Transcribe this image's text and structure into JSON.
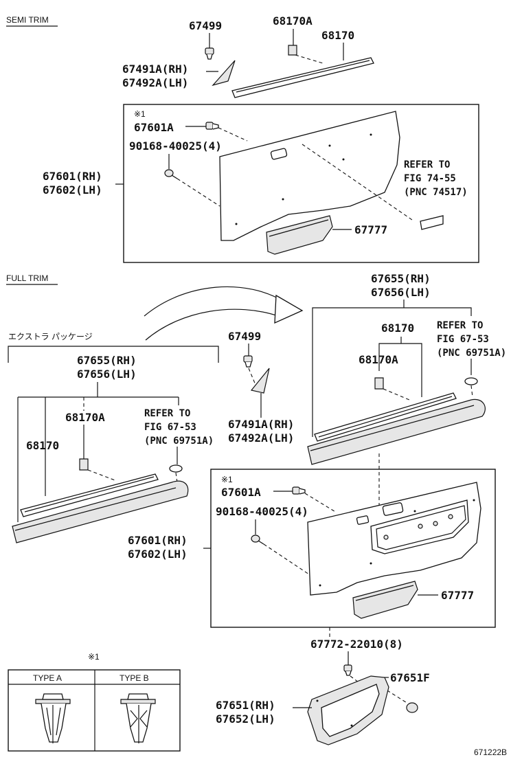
{
  "sections": {
    "semi_trim": "SEMI TRIM",
    "full_trim": "FULL TRIM",
    "extra_package": "エクストラ パッケージ"
  },
  "parts": {
    "p67499": "67499",
    "p68170A": "68170A",
    "p68170": "68170",
    "p67491A_rh": "67491A(RH)",
    "p67492A_lh": "67492A(LH)",
    "note_mark": "※1",
    "p67601A": "67601A",
    "p90168": "90168-40025(4)",
    "p67601_rh": "67601(RH)",
    "p67602_lh": "67602(LH)",
    "p67777": "67777",
    "p67655_rh": "67655(RH)",
    "p67656_lh": "67656(LH)",
    "p67772": "67772-22010(8)",
    "p67651F": "67651F",
    "p67651_rh": "67651(RH)",
    "p67652_lh": "67652(LH)"
  },
  "refs": {
    "refer_74_55": {
      "line1": "REFER TO",
      "line2": "FIG 74-55",
      "line3": "(PNC 74517)"
    },
    "refer_67_53": {
      "line1": "REFER TO",
      "line2": "FIG 67-53",
      "line3": "(PNC 69751A)"
    }
  },
  "type_table": {
    "note": "※1",
    "type_a": "TYPE A",
    "type_b": "TYPE B"
  },
  "figure_number": "671222B"
}
